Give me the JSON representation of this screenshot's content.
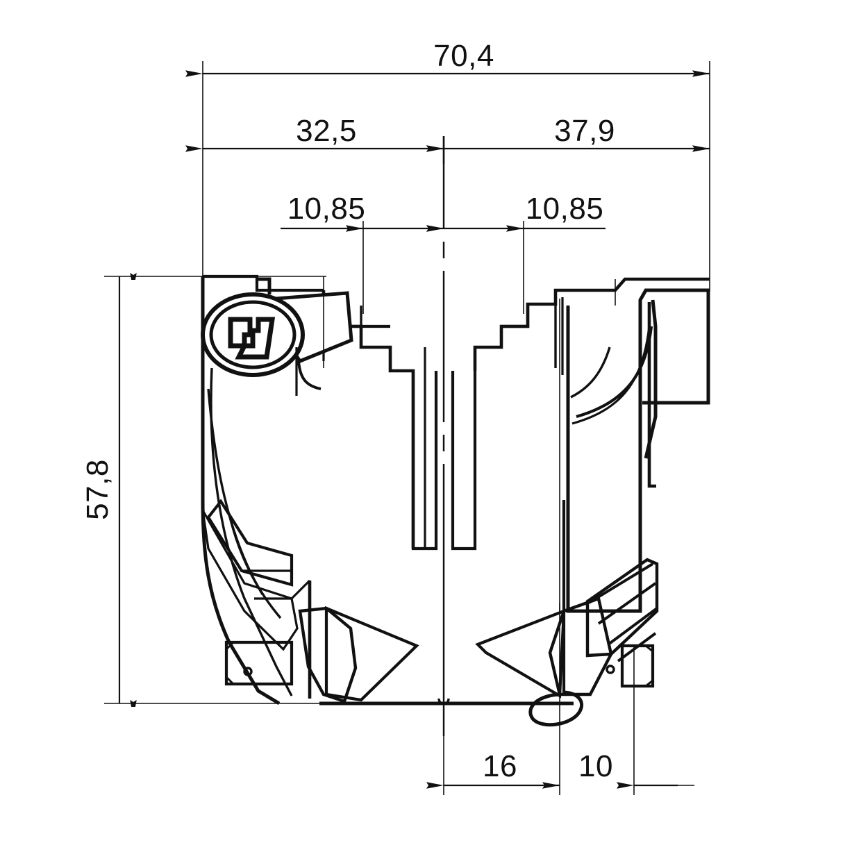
{
  "drawing": {
    "title": "Indexable face milling cutter - front elevation technical drawing",
    "kind": "engineering-dimension-drawing",
    "units": "mm",
    "decimal_separator": ",",
    "line_color": "#111111",
    "background_color": "#ffffff"
  },
  "dimensions": {
    "overall_width": {
      "label": "70,4",
      "orientation": "horizontal",
      "row": 1
    },
    "left_offset": {
      "label": "32,5",
      "orientation": "horizontal",
      "row": 2
    },
    "right_offset": {
      "label": "37,9",
      "orientation": "horizontal",
      "row": 2
    },
    "bore_left": {
      "label": "10,85",
      "orientation": "horizontal",
      "row": 3
    },
    "bore_right": {
      "label": "10,85",
      "orientation": "horizontal",
      "row": 3
    },
    "overall_height": {
      "label": "57,8",
      "orientation": "vertical-rotated"
    },
    "bottom_inner": {
      "label": "16",
      "orientation": "horizontal",
      "row": "bottom"
    },
    "bottom_outer": {
      "label": "10",
      "orientation": "horizontal",
      "row": "bottom"
    }
  },
  "features": {
    "center_axis": "centerline-dash-dot",
    "logo_emblem": "manufacturer-logo-icon",
    "body": "milling-cutter-body",
    "flutes": "helical-flutes",
    "inserts": "cutting-inserts",
    "pockets": "insert-pockets"
  }
}
